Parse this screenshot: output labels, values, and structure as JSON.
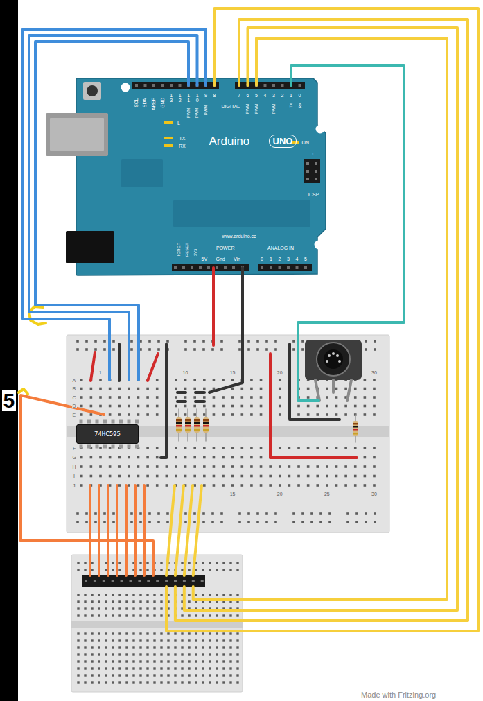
{
  "diagram": {
    "nodes": [
      {
        "text": [
          "SCL",
          "SDA",
          "AREF",
          "GND",
          "13",
          "12",
          "11",
          "10",
          "9",
          "8",
          "PWM",
          "PWM",
          "PWM",
          "DIGITAL",
          "7",
          "6",
          "5",
          "4",
          "3",
          "2",
          "1",
          "0",
          "PWM",
          "PWM",
          "PWM",
          "TX",
          "RX",
          "L",
          "TX",
          "RX",
          "Arduino",
          "UNO",
          "ON",
          "1",
          "ICSP",
          "www.arduino.cc",
          "IOREF",
          "RESET",
          "3V3",
          "POWER",
          "5V",
          "Gnd",
          "Vin",
          "ANALOG IN",
          "0",
          "1",
          "2",
          "3",
          "4",
          "5"
        ]
      },
      {
        "text": [
          "1",
          "10",
          "15",
          "20",
          "30",
          "A",
          "B",
          "C",
          "D",
          "E",
          "F",
          "G",
          "H",
          "I",
          "J",
          "15",
          "20",
          "25",
          "30"
        ]
      },
      {
        "text": [
          "74HC595"
        ],
        "in": 1
      }
    ],
    "edges": [
      {
        "from": 0,
        "to": 1,
        "arrow": "none"
      },
      {
        "from": 0,
        "to": 1,
        "arrow": "none"
      },
      {
        "from": 0,
        "to": 1,
        "arrow": "none"
      },
      {
        "from": 0,
        "to": 1,
        "arrow": "none"
      },
      {
        "from": 0,
        "to": 1,
        "arrow": "none"
      },
      {
        "from": 0,
        "to": 1,
        "arrow": "none"
      }
    ],
    "labels": [
      "5",
      "Made with Fritzing.org"
    ]
  }
}
